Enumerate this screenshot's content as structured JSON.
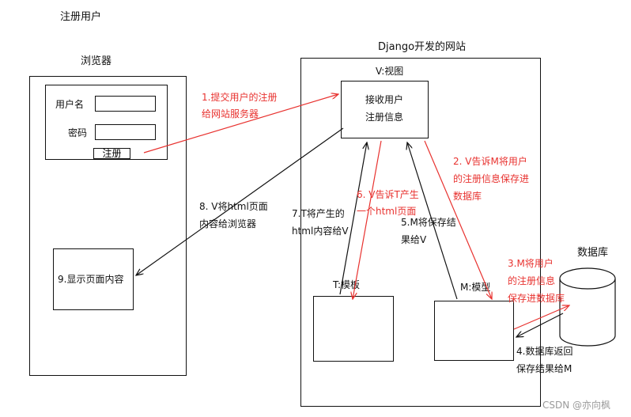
{
  "page_title": "注册用户",
  "browser": {
    "title": "浏览器",
    "username_label": "用户名",
    "password_label": "密码",
    "register_button": "注册",
    "display_content": "9.显示页面内容"
  },
  "website": {
    "title": "Django开发的网站",
    "view": {
      "label": "V:视图",
      "text_line1": "接收用户",
      "text_line2": "注册信息"
    },
    "template": {
      "label": "T:模板"
    },
    "model": {
      "label": "M:模型"
    }
  },
  "database": {
    "label": "数据库"
  },
  "steps": {
    "step1": {
      "line1": "1.提交用户的注册",
      "line2": "给网站服务器"
    },
    "step2": {
      "line1": "2. V告诉M将用户",
      "line2": "的注册信息保存进",
      "line3": "数据库"
    },
    "step3": {
      "line1": "3.M将用户",
      "line2": "的注册信息",
      "line3": "保存进数据库"
    },
    "step4": {
      "line1": "4.数据库返回",
      "line2": "保存结果给M"
    },
    "step5": {
      "line1": "5.M将保存结",
      "line2": "果给V"
    },
    "step6": {
      "line1": "6. V告诉T产生",
      "line2": "一个html页面"
    },
    "step7": {
      "line1": "7.T将产生的",
      "line2": "html内容给V"
    },
    "step8": {
      "line1": "8. V将html页面",
      "line2": "内容给浏览器"
    }
  },
  "watermark": "CSDN @亦向枫",
  "colors": {
    "step_red": "#e8322f",
    "stroke": "#111111"
  }
}
